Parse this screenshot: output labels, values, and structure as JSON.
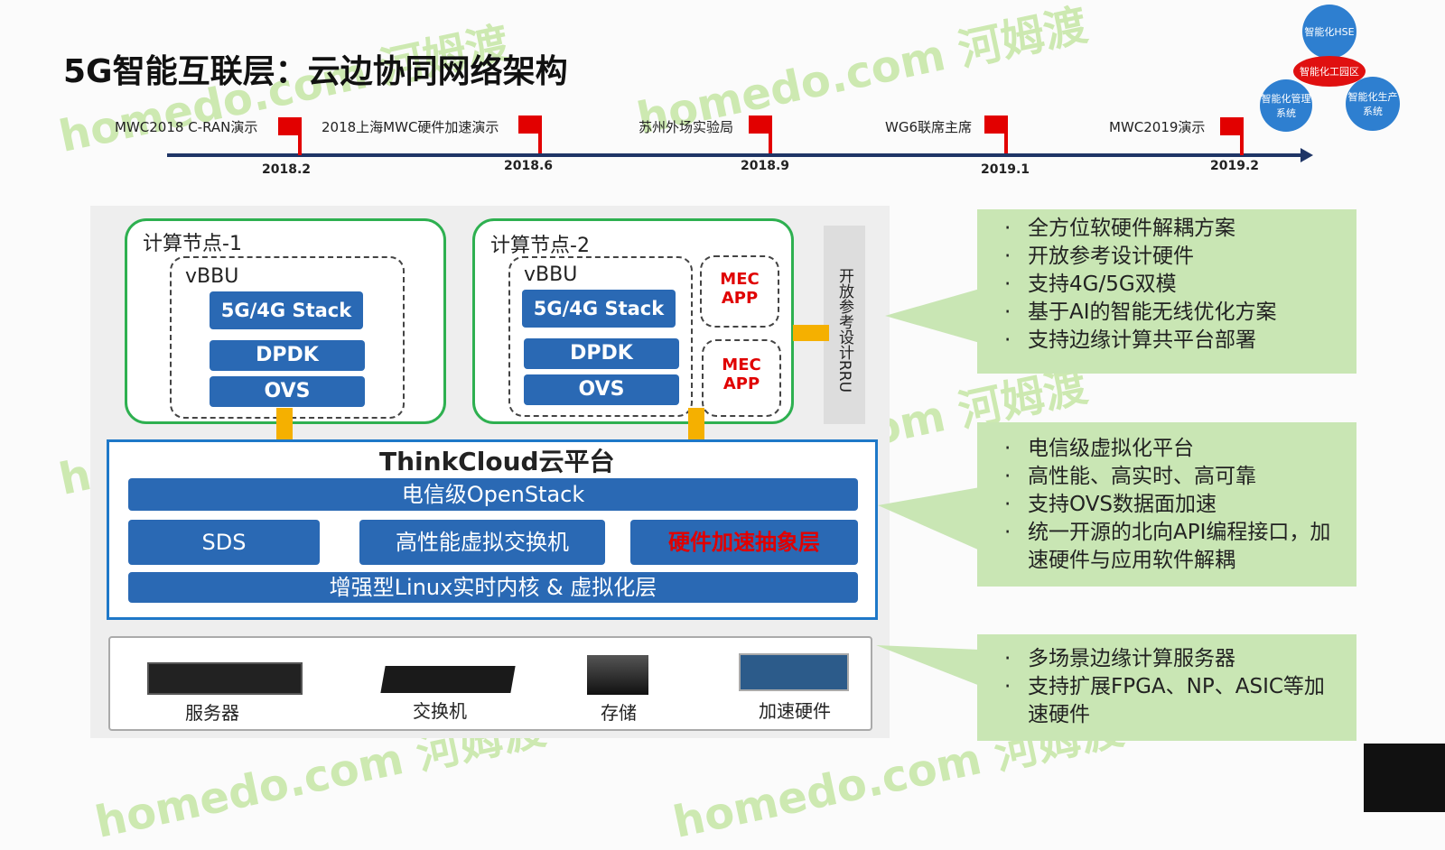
{
  "title": "5G智能互联层：云边协同网络架构",
  "timeline": [
    {
      "event": "MWC2018 C-RAN演示",
      "date": "2018.2"
    },
    {
      "event": "2018上海MWC硬件加速演示",
      "date": "2018.6"
    },
    {
      "event": "苏州外场实验局",
      "date": "2018.9"
    },
    {
      "event": "WG6联席主席",
      "date": "2019.1"
    },
    {
      "event": "MWC2019演示",
      "date": "2019.2"
    }
  ],
  "logo": {
    "top": "智能化HSE",
    "center": "智能化工园区",
    "left": "智能化管理系统",
    "right": "智能化生产系统"
  },
  "nodes": [
    {
      "label": "计算节点-1",
      "vbbu": "vBBU",
      "stack": "5G/4G Stack",
      "dpdk": "DPDK",
      "ovs": "OVS"
    },
    {
      "label": "计算节点-2",
      "vbbu": "vBBU",
      "stack": "5G/4G Stack",
      "dpdk": "DPDK",
      "ovs": "OVS",
      "mec": [
        "MEC APP",
        "MEC APP"
      ]
    }
  ],
  "rru": "开放参考设计RRU",
  "cloud": {
    "title": "ThinkCloud云平台",
    "openstack": "电信级OpenStack",
    "sds": "SDS",
    "vswitch": "高性能虚拟交换机",
    "hal": "硬件加速抽象层",
    "kernel": "增强型Linux实时内核 & 虚拟化层"
  },
  "hardware": [
    "服务器",
    "交换机",
    "存储",
    "加速硬件"
  ],
  "notes": [
    [
      "全方位软硬件解耦方案",
      "开放参考设计硬件",
      "支持4G/5G双模",
      "基于AI的智能无线优化方案",
      "支持边缘计算共平台部署"
    ],
    [
      "电信级虚拟化平台",
      "高性能、高实时、高可靠",
      "支持OVS数据面加速",
      "统一开源的北向API编程接口，加速硬件与应用软件解耦"
    ],
    [
      "多场景边缘计算服务器",
      "支持扩展FPGA、NP、ASIC等加速硬件"
    ]
  ],
  "watermark": "homedo.com 河姆渡",
  "colors": {
    "blue": "#2a69b4",
    "green": "#2eb050",
    "red": "#e20000",
    "note": "#c9e6b4"
  }
}
